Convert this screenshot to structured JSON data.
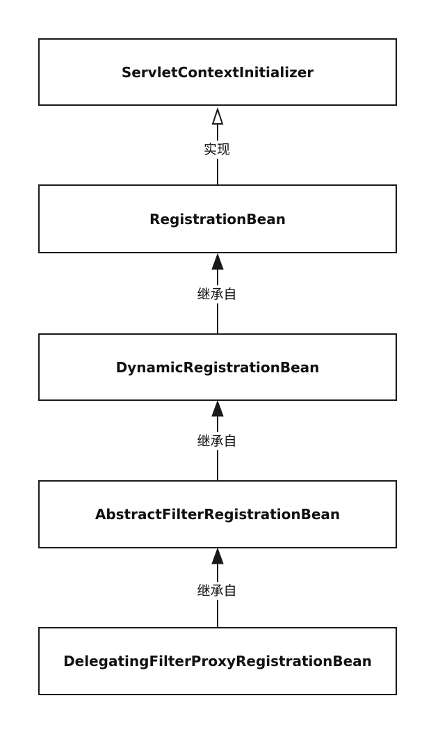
{
  "nodes": [
    {
      "id": "servlet-context-initializer",
      "label": "ServletContextInitializer"
    },
    {
      "id": "registration-bean",
      "label": "RegistrationBean"
    },
    {
      "id": "dynamic-registration-bean",
      "label": "DynamicRegistrationBean"
    },
    {
      "id": "abstract-filter-registration-bean",
      "label": "AbstractFilterRegistrationBean"
    },
    {
      "id": "delegating-filter-proxy-registration-bean",
      "label": "DelegatingFilterProxyRegistrationBean"
    }
  ],
  "edges": [
    {
      "from": "registration-bean",
      "to": "servlet-context-initializer",
      "label": "实现",
      "arrow": "hollow"
    },
    {
      "from": "dynamic-registration-bean",
      "to": "registration-bean",
      "label": "继承自",
      "arrow": "filled"
    },
    {
      "from": "abstract-filter-registration-bean",
      "to": "dynamic-registration-bean",
      "label": "继承自",
      "arrow": "filled"
    },
    {
      "from": "delegating-filter-proxy-registration-bean",
      "to": "abstract-filter-registration-bean",
      "label": "继承自",
      "arrow": "filled"
    }
  ]
}
